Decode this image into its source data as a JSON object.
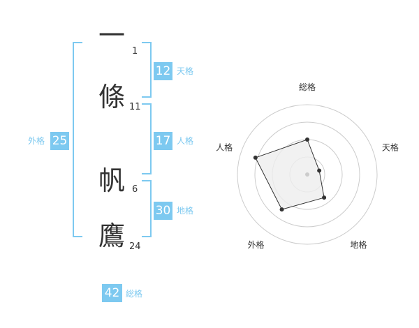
{
  "name": {
    "chars": [
      {
        "char": "一",
        "strokes": "1"
      },
      {
        "char": "條",
        "strokes": "11"
      },
      {
        "char": "帆",
        "strokes": "6"
      },
      {
        "char": "鷹",
        "strokes": "24"
      }
    ]
  },
  "kaku": {
    "tenkaku": {
      "value": "12",
      "label": "天格"
    },
    "jinkaku": {
      "value": "17",
      "label": "人格"
    },
    "chikaku": {
      "value": "30",
      "label": "地格"
    },
    "gaikaku": {
      "value": "25",
      "label": "外格"
    },
    "soukaku": {
      "value": "42",
      "label": "総格"
    }
  },
  "chart_data": {
    "type": "radar",
    "axes": [
      "総格",
      "天格",
      "地格",
      "外格",
      "人格"
    ],
    "values": [
      0.5,
      0.18,
      0.41,
      0.62,
      0.78
    ],
    "rings": 4,
    "colors": {
      "line": "#333333",
      "fill": "#eeeeee",
      "ring": "#cccccc",
      "center": "#cccccc"
    }
  },
  "colors": {
    "accent": "#7dc9f0",
    "text": "#333333"
  }
}
